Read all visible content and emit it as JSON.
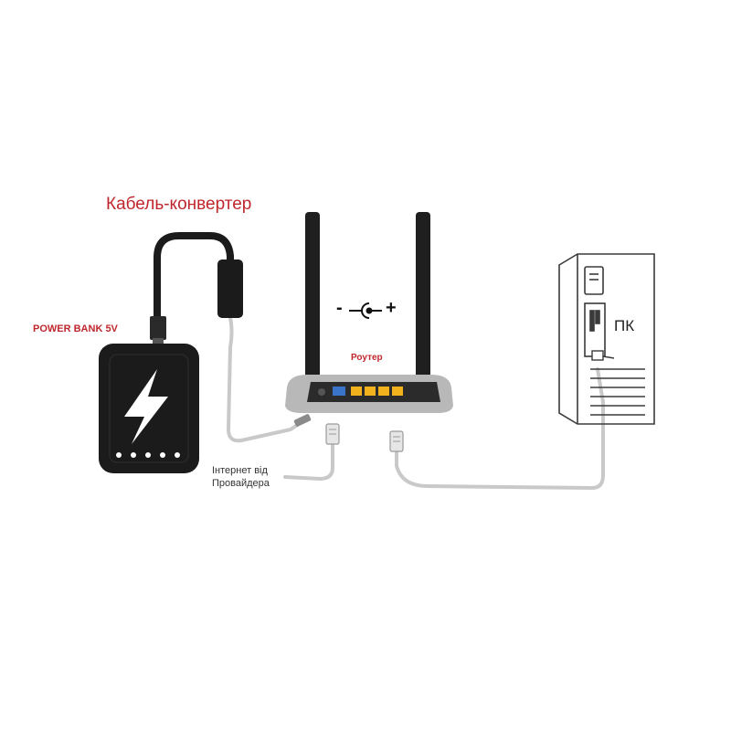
{
  "labels": {
    "converter_cable": "Кабель-конвертер",
    "power_bank": "POWER BANK 5V",
    "router": "Роутер",
    "pc": "ПК",
    "polarity": "-◦-+",
    "isp_line1": "Інтернет від",
    "isp_line2": "Провайдера"
  },
  "icons": {
    "power_bank_symbol": "lightning-bolt-icon",
    "polarity_symbol": "dc-polarity-icon"
  },
  "colors": {
    "label_red": "#c0272d",
    "router_port_yellow": "#f2b21e",
    "router_port_blue": "#3a74c9",
    "device_black": "#1b1b1b",
    "cable_grey": "#bdbdbd"
  }
}
